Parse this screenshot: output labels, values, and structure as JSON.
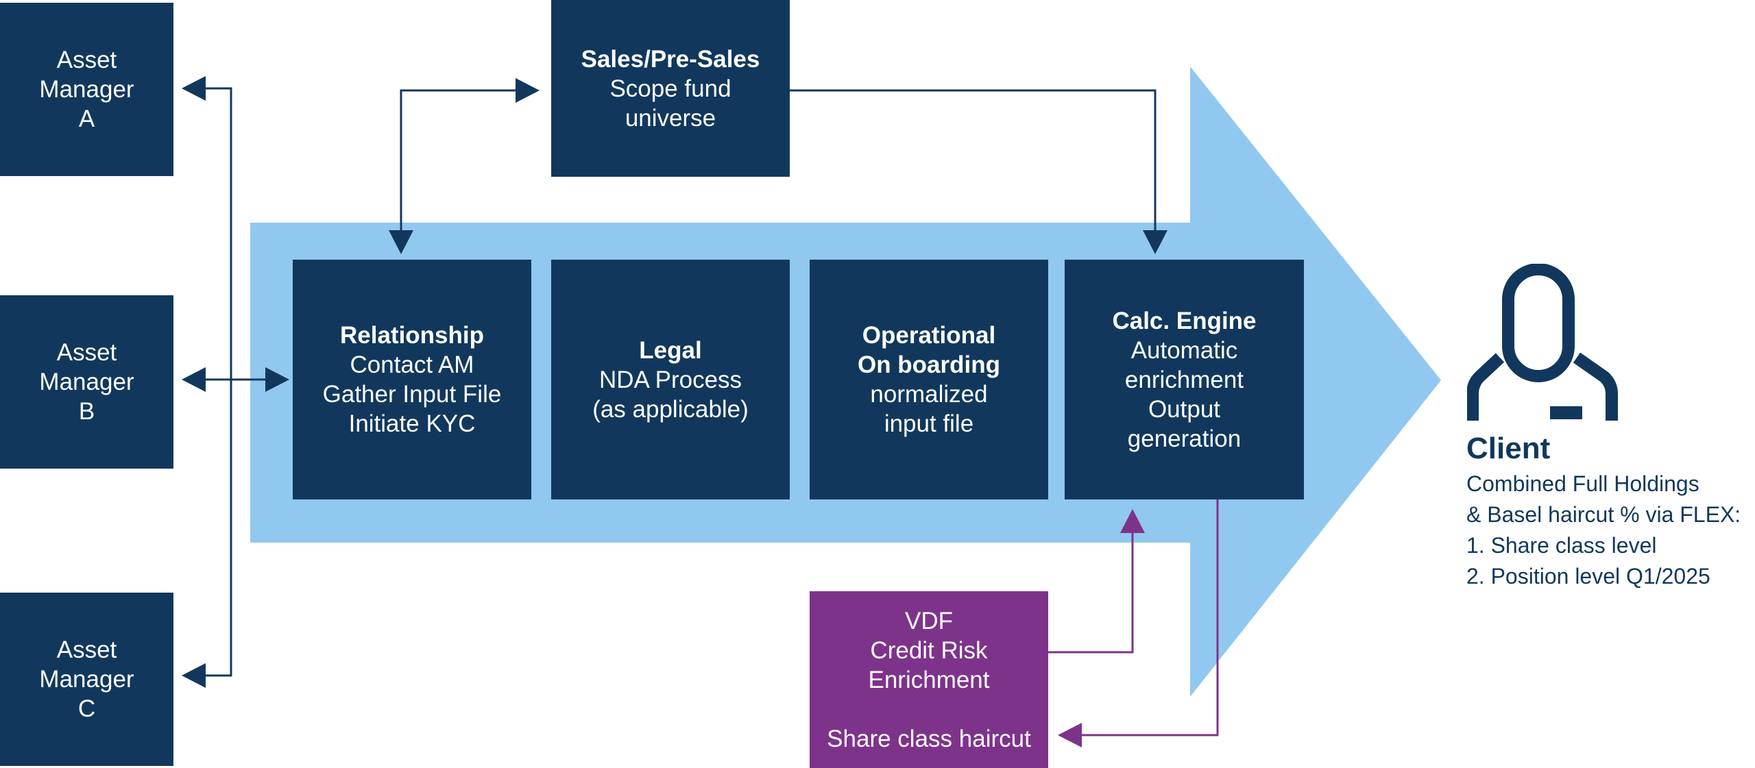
{
  "colors": {
    "navy": "#11385c",
    "light_blue": "#91c8ef",
    "purple": "#7e338b",
    "white": "#ffffff"
  },
  "asset_managers": [
    {
      "lines": [
        "Asset",
        "Manager",
        "A"
      ]
    },
    {
      "lines": [
        "Asset",
        "Manager",
        "B"
      ]
    },
    {
      "lines": [
        "Asset",
        "Manager",
        "C"
      ]
    }
  ],
  "sales": {
    "title": "Sales/Pre-Sales",
    "lines": [
      "Scope fund",
      "universe"
    ]
  },
  "process_steps": [
    {
      "title_lines": [
        "Relationship"
      ],
      "lines": [
        "Contact AM",
        "Gather Input File",
        "Initiate KYC"
      ]
    },
    {
      "title_lines": [
        "Legal"
      ],
      "lines": [
        "NDA Process",
        "(as applicable)"
      ]
    },
    {
      "title_lines": [
        "Operational",
        "On boarding"
      ],
      "lines": [
        "normalized",
        "input file"
      ]
    },
    {
      "title_lines": [
        "Calc. Engine"
      ],
      "lines": [
        "Automatic",
        "enrichment",
        "Output",
        "generation"
      ]
    }
  ],
  "vdf": {
    "lines": [
      "VDF",
      "Credit Risk",
      "Enrichment"
    ],
    "footer": "Share class haircut"
  },
  "client": {
    "icon": "person-icon",
    "title": "Client",
    "lines": [
      "Combined Full Holdings",
      "& Basel haircut % via FLEX:",
      "1. Share class level",
      "2. Position level Q1/2025"
    ]
  }
}
